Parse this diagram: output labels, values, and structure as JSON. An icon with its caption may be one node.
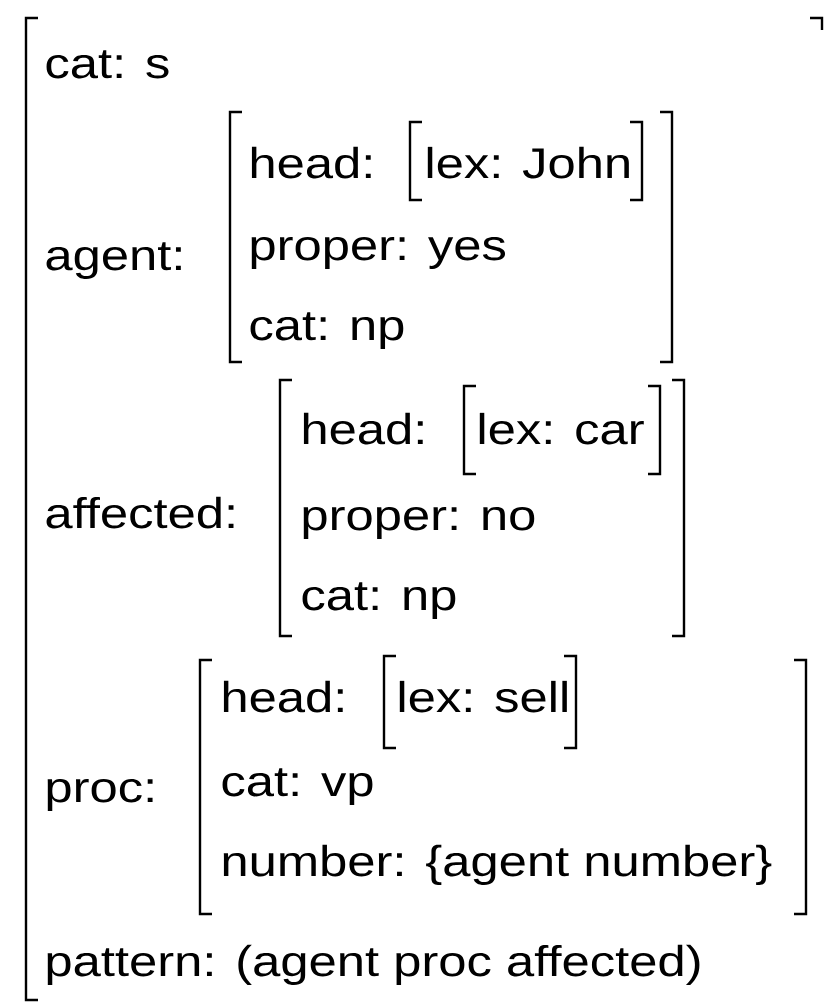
{
  "diagram": {
    "nodes": [
      {
        "text": [
          "cat: s",
          "agent:",
          "affected:",
          "proc:",
          "pattern: (agent proc affected)"
        ]
      },
      {
        "text": [
          "head:",
          "proper: yes",
          "cat: np"
        ],
        "in": 0
      },
      {
        "text": [
          "lex: John"
        ],
        "in": 1
      },
      {
        "text": [
          "head:",
          "proper: no",
          "cat: np"
        ],
        "in": 0
      },
      {
        "text": [
          "lex: car"
        ],
        "in": 3
      },
      {
        "text": [
          "head:",
          "cat: vp",
          "number: {agent number}"
        ],
        "in": 0
      },
      {
        "text": [
          "lex: sell"
        ],
        "in": 5
      }
    ]
  }
}
